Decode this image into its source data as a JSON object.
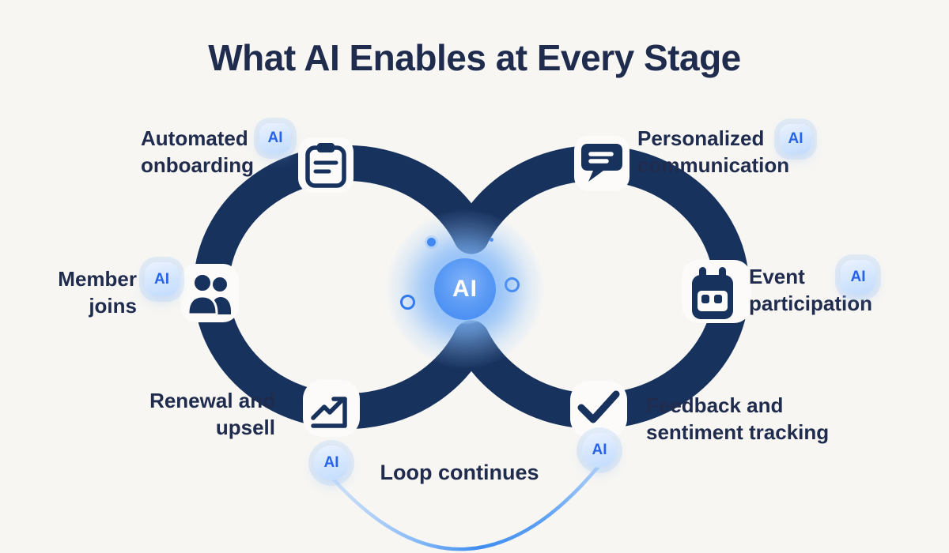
{
  "title": "What AI Enables at Every Stage",
  "ai_badge_label": "AI",
  "center_label": "AI",
  "loop_label": "Loop continues",
  "stages": [
    {
      "name": "automated-onboarding",
      "line1": "Automated",
      "line2": "onboarding",
      "icon": "clipboard-icon"
    },
    {
      "name": "personalized-communication",
      "line1": "Personalized",
      "line2": "communication",
      "icon": "chat-bubble-icon"
    },
    {
      "name": "member-joins",
      "line1": "Member",
      "line2": "joins",
      "icon": "people-icon"
    },
    {
      "name": "event-participation",
      "line1": "Event",
      "line2": "participation",
      "icon": "calendar-icon"
    },
    {
      "name": "renewal-upsell",
      "line1": "Renewal and",
      "line2": "upsell",
      "icon": "trend-up-icon"
    },
    {
      "name": "feedback-sentiment-tracking",
      "line1": "Feedback and",
      "line2": "sentiment tracking",
      "icon": "checkmark-icon"
    }
  ],
  "colors": {
    "navy": "#18325e",
    "text_navy": "#202c4e",
    "badge_text": "#2563eb",
    "accent_blue": "#3b82f6",
    "background": "#f7f6f3",
    "tile": "#fcfbf9"
  }
}
